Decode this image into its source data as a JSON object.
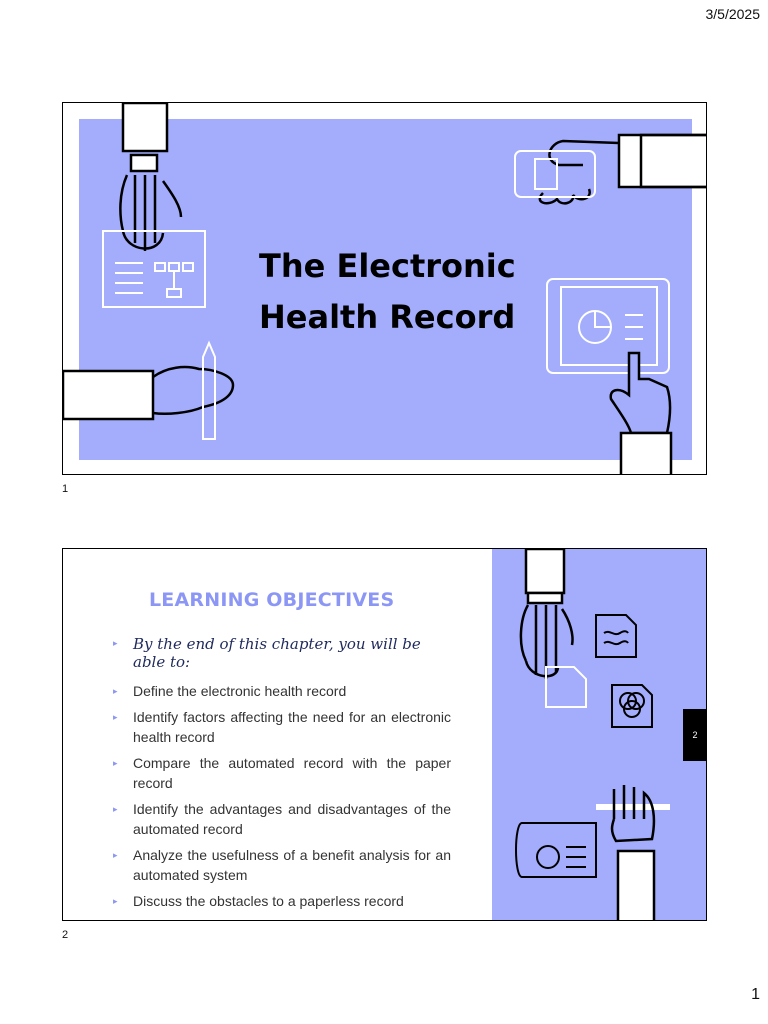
{
  "header": {
    "date": "3/5/2025"
  },
  "footer": {
    "page_number": "1"
  },
  "slides": [
    {
      "index_label": "1",
      "title_lines": [
        "The Electronic",
        "Health Record"
      ],
      "background_color": "#a3adfb"
    },
    {
      "index_label": "2",
      "slide_tab": "2",
      "heading": "LEARNING OBJECTIVES",
      "lead": "By the end of this chapter, you will be able to:",
      "objectives": [
        "Define the electronic health record",
        "Identify factors affecting the need for an electronic health record",
        "Compare the automated record with the paper record",
        "Identify the advantages and disadvantages of the automated record",
        "Analyze the usefulness of a benefit analysis for an automated system",
        "Discuss the obstacles to a paperless record"
      ]
    }
  ]
}
